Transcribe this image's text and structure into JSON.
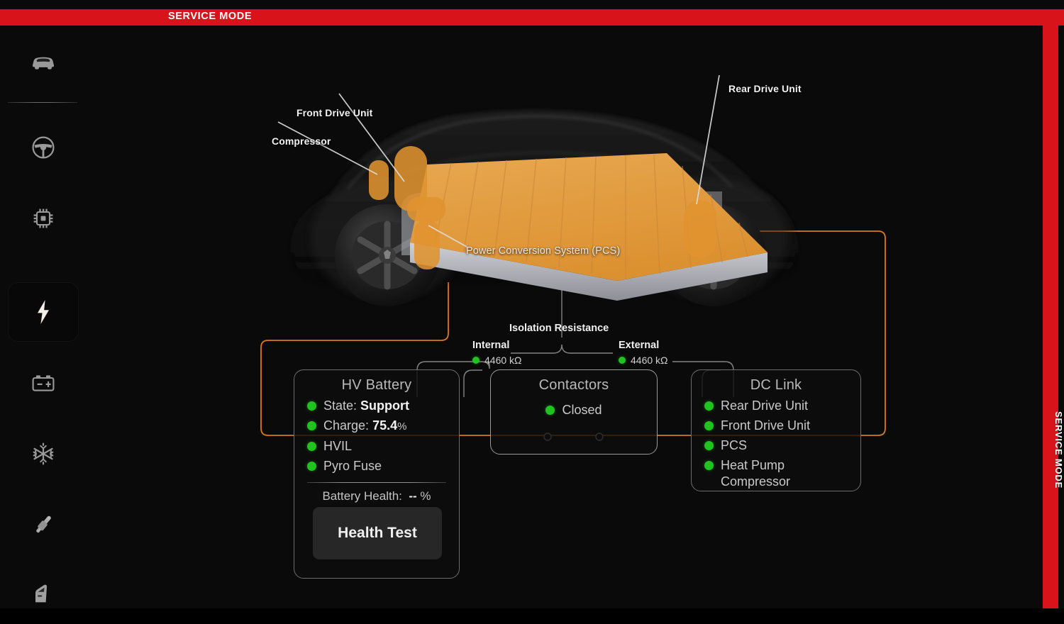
{
  "service_mode": {
    "top_banner_label": "SERVICE MODE",
    "side_banner_label": "SERVICE MODE",
    "banner_color": "#d8131a"
  },
  "sidebar": {
    "items": [
      {
        "icon": "car-icon",
        "name": "sidebar-item-vehicle",
        "selected": false
      },
      {
        "icon": "steering-wheel-icon",
        "name": "sidebar-item-chassis",
        "selected": false
      },
      {
        "icon": "chip-icon",
        "name": "sidebar-item-electronics",
        "selected": false
      },
      {
        "icon": "lightning-bolt-icon",
        "name": "sidebar-item-high-voltage",
        "selected": true
      },
      {
        "icon": "battery-12v-icon",
        "name": "sidebar-item-low-voltage",
        "selected": false
      },
      {
        "icon": "snowflake-icon",
        "name": "sidebar-item-thermal",
        "selected": false
      },
      {
        "icon": "shock-absorber-icon",
        "name": "sidebar-item-suspension",
        "selected": false
      },
      {
        "icon": "car-door-icon",
        "name": "sidebar-item-body",
        "selected": false
      }
    ]
  },
  "vehicle_diagram": {
    "callouts": [
      {
        "label": "Compressor",
        "name": "callout-compressor"
      },
      {
        "label": "Front Drive Unit",
        "name": "callout-front-drive-unit"
      },
      {
        "label": "Rear Drive Unit",
        "name": "callout-rear-drive-unit"
      },
      {
        "label": "Power Conversion System (PCS)",
        "name": "callout-pcs"
      }
    ],
    "highlight_color": "#e0932f",
    "pack_color": "#e3a03c"
  },
  "isolation_resistance": {
    "title": "Isolation Resistance",
    "internal": {
      "label": "Internal",
      "value": "4460 kΩ",
      "status": "ok"
    },
    "external": {
      "label": "External",
      "value": "4460 kΩ",
      "status": "ok"
    }
  },
  "hv_battery": {
    "title": "HV Battery",
    "rows": [
      {
        "label": "State:",
        "value": "Support",
        "unit": "",
        "status": "ok"
      },
      {
        "label": "Charge:",
        "value": "75.4",
        "unit": "%",
        "status": "ok"
      },
      {
        "label": "HVIL",
        "value": "",
        "unit": "",
        "status": "ok"
      },
      {
        "label": "Pyro Fuse",
        "value": "",
        "unit": "",
        "status": "ok"
      }
    ],
    "health_label": "Battery Health:",
    "health_value": "--",
    "health_unit": "%",
    "health_test_button": "Health Test"
  },
  "contactors": {
    "title": "Contactors",
    "state": "Closed",
    "status": "ok"
  },
  "dc_link": {
    "title": "DC Link",
    "items": [
      {
        "label": "Rear Drive Unit",
        "status": "ok"
      },
      {
        "label": "Front Drive Unit",
        "status": "ok"
      },
      {
        "label": "PCS",
        "status": "ok"
      },
      {
        "label": "Heat Pump Compressor",
        "status": "ok"
      }
    ]
  },
  "colors": {
    "status_ok": "#1fc41f",
    "hv_orange": "#cf6b10",
    "accent_red": "#d8131a",
    "panel_border": "#6d6d6d"
  }
}
